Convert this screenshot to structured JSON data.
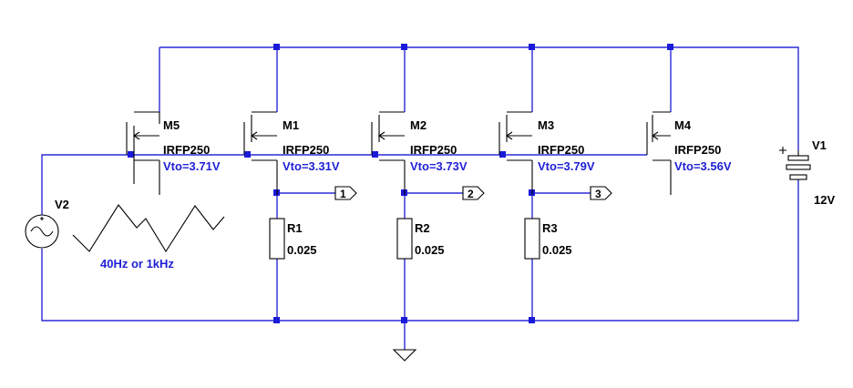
{
  "colors": {
    "wire": "#2b2bd6",
    "symbol": "#000000",
    "value_text": "#1f1fd6",
    "junction": "#1a1ad8"
  },
  "mosfets": {
    "m5": {
      "name": "M5",
      "model": "IRFP250",
      "param": "Vto=3.71V"
    },
    "m1": {
      "name": "M1",
      "model": "IRFP250",
      "param": "Vto=3.31V"
    },
    "m2": {
      "name": "M2",
      "model": "IRFP250",
      "param": "Vto=3.73V"
    },
    "m3": {
      "name": "M3",
      "model": "IRFP250",
      "param": "Vto=3.79V"
    },
    "m4": {
      "name": "M4",
      "model": "IRFP250",
      "param": "Vto=3.56V"
    }
  },
  "resistors": {
    "r1": {
      "name": "R1",
      "value": "0.025"
    },
    "r2": {
      "name": "R2",
      "value": "0.025"
    },
    "r3": {
      "name": "R3",
      "value": "0.025"
    }
  },
  "sources": {
    "v1": {
      "name": "V1",
      "value": "12V",
      "icon": "battery-icon"
    },
    "v2": {
      "name": "V2",
      "value": "40Hz or 1kHz",
      "icon": "ac-source-icon",
      "waveform": "triangle-wave-icon"
    }
  },
  "ports": {
    "p1": "1",
    "p2": "2",
    "p3": "3"
  },
  "ground": {
    "icon": "ground-icon"
  }
}
